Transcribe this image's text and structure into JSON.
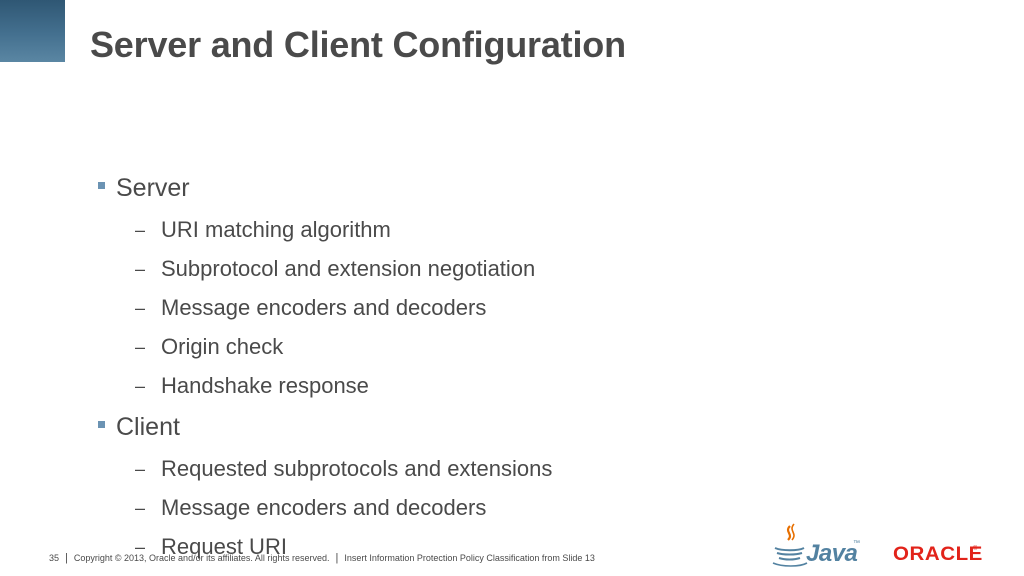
{
  "slide": {
    "title": "Server and Client Configuration",
    "bullets": [
      {
        "label": "Server",
        "items": [
          "URI matching algorithm",
          "Subprotocol and extension negotiation",
          "Message encoders and decoders",
          "Origin check",
          "Handshake response"
        ]
      },
      {
        "label": "Client",
        "items": [
          "Requested subprotocols and extensions",
          "Message encoders and decoders",
          "Request URI"
        ]
      }
    ]
  },
  "footer": {
    "page_number": "35",
    "copyright": "Copyright © 2013, Oracle and/or its affiliates. All rights reserved.",
    "classification": "Insert Information Protection Policy Classification from Slide 13",
    "separator": "|"
  },
  "logos": {
    "java_text": "Java",
    "java_tm": "™",
    "oracle_text": "ORACLE",
    "oracle_reg": "®"
  },
  "colors": {
    "accent": "#6b93b3",
    "text": "#4a4a4a",
    "corner": "#44708f",
    "java_blue": "#5382a1",
    "oracle_red": "#e2231a"
  }
}
